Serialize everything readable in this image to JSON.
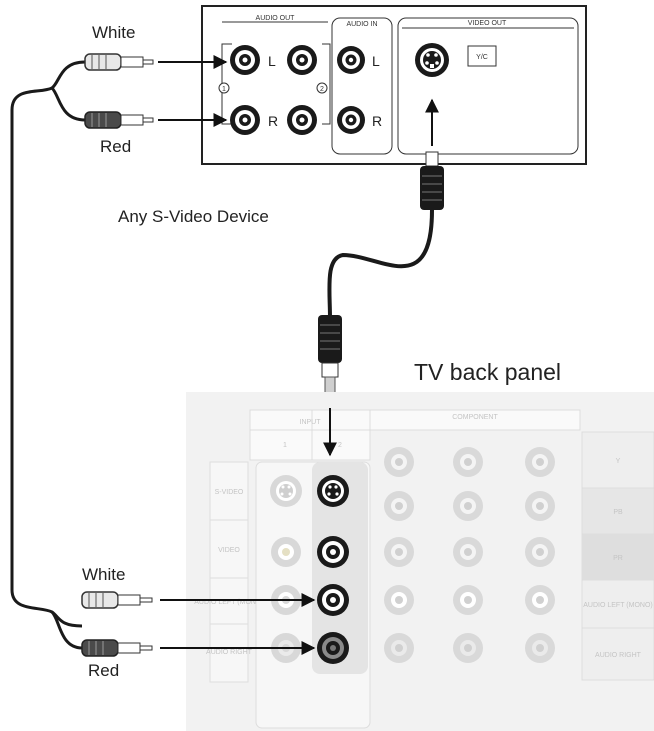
{
  "device": {
    "caption": "Any S-Video Device",
    "audio_out_header": "AUDIO OUT",
    "audio_in_header": "AUDIO IN",
    "video_out_header": "VIDEO OUT",
    "jack_l": "L",
    "jack_r": "R",
    "num_1": "1",
    "num_2": "2",
    "yc_label": "Y/C"
  },
  "tv": {
    "title": "TV back panel",
    "input_header": "INPUT",
    "component_header": "COMPONENT",
    "col_1": "1",
    "col_2": "2",
    "row_svideo": "S-VIDEO",
    "row_video": "VIDEO",
    "row_audio_left": "AUDIO LEFT (MONO)",
    "row_audio_right": "AUDIO RIGHT",
    "right_y": "Y",
    "right_pb": "PB",
    "right_pr": "PR",
    "right_audio_left": "AUDIO LEFT (MONO)",
    "right_audio_right": "AUDIO RIGHT"
  },
  "cables": {
    "top_white": "White",
    "top_red": "Red",
    "bottom_white": "White",
    "bottom_red": "Red"
  }
}
